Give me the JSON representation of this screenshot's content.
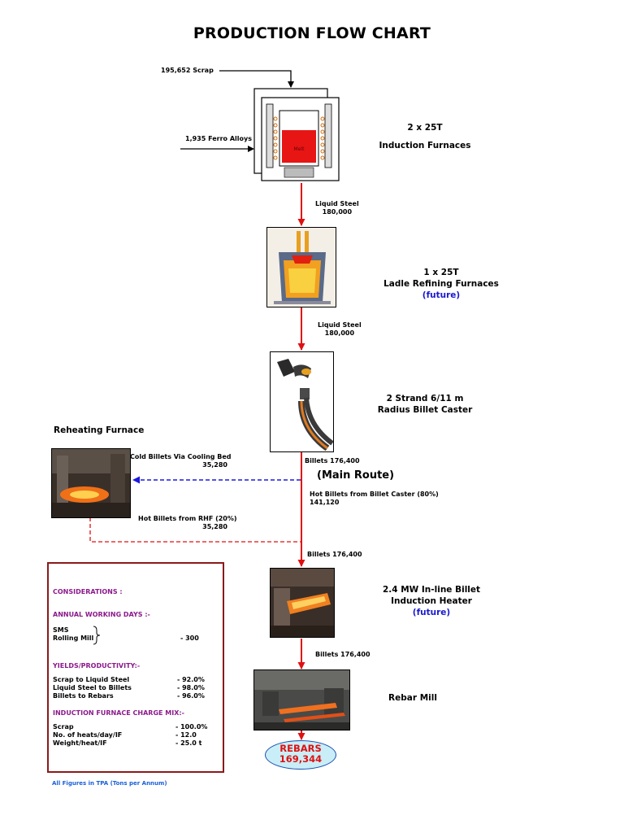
{
  "title": "PRODUCTION FLOW CHART",
  "inputs": {
    "scrap": "195,652 Scrap",
    "ferro_alloys": "1,935 Ferro Alloys"
  },
  "furnace_inner_label": "Melt",
  "stages": {
    "induction": {
      "line1": "2 x 25T",
      "line2": "Induction Furnaces"
    },
    "ladle": {
      "line1": "1 x 25T",
      "line2": "Ladle Refining Furnaces",
      "line3": "(future)"
    },
    "caster": {
      "line1": "2 Strand 6/11 m",
      "line2": "Radius Billet Caster"
    },
    "reheating": {
      "line1": "Reheating Furnace"
    },
    "heater": {
      "line1": "2.4 MW In-line Billet",
      "line2": "Induction Heater",
      "line3": "(future)"
    },
    "rebar_mill": {
      "line1": "Rebar Mill"
    }
  },
  "flows": {
    "liquid_steel_1": {
      "label": "Liquid Steel",
      "value": "180,000"
    },
    "liquid_steel_2": {
      "label": "Liquid Steel",
      "value": "180,000"
    },
    "billets_caster": "Billets 176,400",
    "main_route": "(Main Route)",
    "hot_billets_caster": {
      "label": "Hot Billets from Billet Caster (80%)",
      "value": "141,120"
    },
    "cold_billets": {
      "label": "Cold Billets Via Cooling Bed",
      "value": "35,280"
    },
    "hot_billets_rhf": {
      "label": "Hot Billets from RHF (20%)",
      "value": "35,280"
    },
    "billets_2": "Billets 176,400",
    "billets_3": "Billets 176,400"
  },
  "output": {
    "label": "REBARS",
    "value": "169,344"
  },
  "considerations": {
    "heading": "CONSIDERATIONS :",
    "working_days": {
      "heading": "ANNUAL WORKING DAYS :-",
      "items": [
        "SMS",
        "Rolling Mill"
      ],
      "value": "- 300"
    },
    "yields": {
      "heading": "YIELDS/PRODUCTIVITY:-",
      "rows": [
        {
          "label": "Scrap to Liquid Steel",
          "value": "- 92.0%"
        },
        {
          "label": "Liquid Steel to Billets",
          "value": "- 98.0%"
        },
        {
          "label": "Billets to Rebars",
          "value": "- 96.0%"
        }
      ]
    },
    "charge_mix": {
      "heading": "INDUCTION FURNACE CHARGE MIX:-",
      "rows": [
        {
          "label": "Scrap",
          "value": "- 100.0%"
        },
        {
          "label": "No. of heats/day/IF",
          "value": "- 12.0"
        },
        {
          "label": "Weight/heat/IF",
          "value": "- 25.0 t"
        }
      ]
    }
  },
  "footnote": "All Figures in TPA (Tons per Annum)",
  "colors": {
    "main_flow": "#e01010",
    "alt_flow": "#1a1ae0",
    "considerations_border": "#8b1a1a",
    "considerations_heading": "#8b1a8b",
    "future_text": "#1a1ad0"
  }
}
